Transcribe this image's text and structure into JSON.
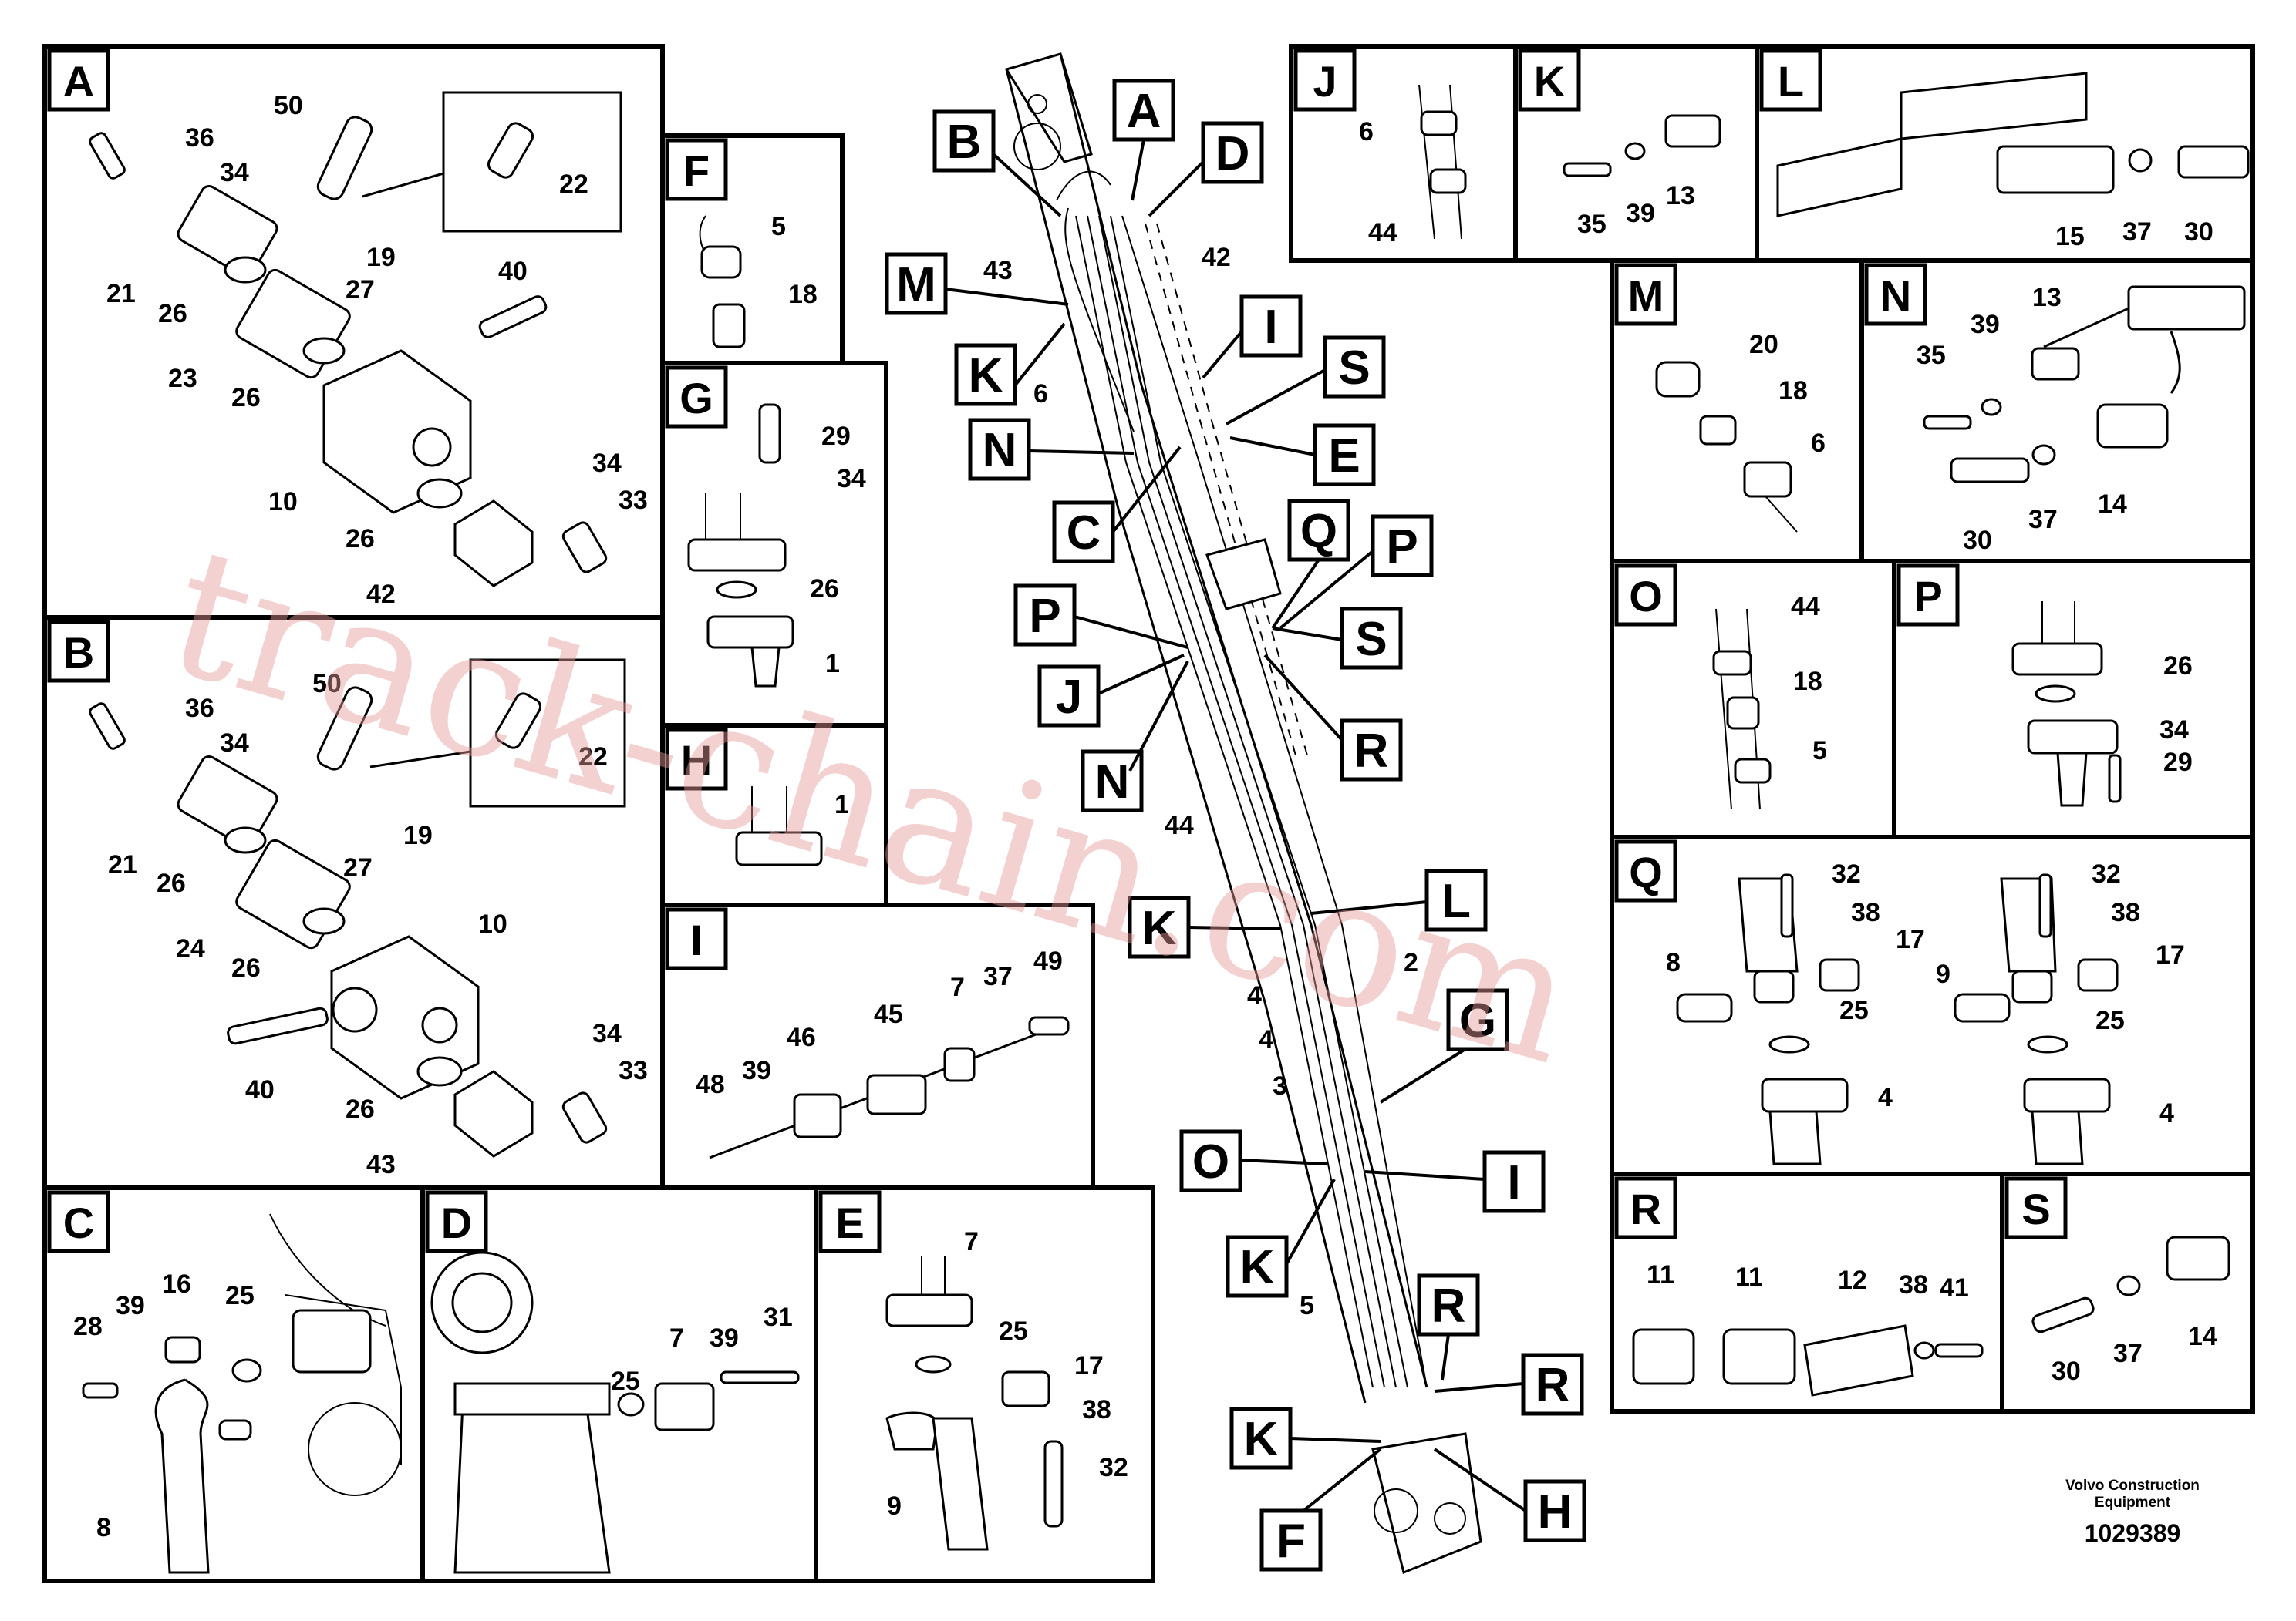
{
  "panels": [
    {
      "id": "A",
      "letter": "A",
      "numbers": [
        "36",
        "34",
        "50",
        "22",
        "19",
        "27",
        "21",
        "26",
        "23",
        "26",
        "40",
        "10",
        "26",
        "34",
        "33",
        "42"
      ]
    },
    {
      "id": "B",
      "letter": "B",
      "numbers": [
        "36",
        "34",
        "50",
        "22",
        "19",
        "27",
        "21",
        "26",
        "24",
        "26",
        "10",
        "40",
        "26",
        "34",
        "33",
        "43"
      ]
    },
    {
      "id": "C",
      "letter": "C",
      "numbers": [
        "16",
        "25",
        "28",
        "39",
        "8"
      ]
    },
    {
      "id": "D",
      "letter": "D",
      "numbers": [
        "7",
        "39",
        "31",
        "25"
      ]
    },
    {
      "id": "E",
      "letter": "E",
      "numbers": [
        "7",
        "25",
        "17",
        "38",
        "9",
        "32"
      ]
    },
    {
      "id": "F",
      "letter": "F",
      "numbers": [
        "5",
        "18"
      ]
    },
    {
      "id": "G",
      "letter": "G",
      "numbers": [
        "29",
        "34",
        "26",
        "1"
      ]
    },
    {
      "id": "H",
      "letter": "H",
      "numbers": [
        "1"
      ]
    },
    {
      "id": "I",
      "letter": "I",
      "numbers": [
        "49",
        "37",
        "7",
        "45",
        "46",
        "48",
        "39"
      ]
    },
    {
      "id": "J",
      "letter": "J",
      "numbers": [
        "6",
        "44"
      ]
    },
    {
      "id": "K",
      "letter": "K",
      "numbers": [
        "35",
        "39",
        "13"
      ]
    },
    {
      "id": "L",
      "letter": "L",
      "numbers": [
        "15",
        "37",
        "30"
      ]
    },
    {
      "id": "M",
      "letter": "M",
      "numbers": [
        "20",
        "18",
        "6"
      ]
    },
    {
      "id": "N",
      "letter": "N",
      "numbers": [
        "13",
        "39",
        "35",
        "30",
        "37",
        "14"
      ]
    },
    {
      "id": "O",
      "letter": "O",
      "numbers": [
        "44",
        "18",
        "5"
      ]
    },
    {
      "id": "P",
      "letter": "P",
      "numbers": [
        "26",
        "34",
        "29"
      ]
    },
    {
      "id": "Q",
      "letter": "Q",
      "numbers": [
        "32",
        "38",
        "17",
        "8",
        "25",
        "4",
        "32",
        "38",
        "17",
        "9",
        "25",
        "4"
      ]
    },
    {
      "id": "R",
      "letter": "R",
      "numbers": [
        "11",
        "11",
        "12",
        "38",
        "41"
      ]
    },
    {
      "id": "S",
      "letter": "S",
      "numbers": [
        "30",
        "37",
        "14"
      ]
    }
  ],
  "main_view": {
    "callouts": [
      "B",
      "A",
      "D",
      "M",
      "K",
      "I",
      "S",
      "N",
      "E",
      "C",
      "Q",
      "P",
      "P",
      "S",
      "J",
      "R",
      "N",
      "K",
      "L",
      "G",
      "O",
      "I",
      "K",
      "R",
      "R",
      "K",
      "F",
      "H"
    ],
    "numbers": [
      "43",
      "42",
      "6",
      "44",
      "2",
      "4",
      "4",
      "3",
      "5"
    ]
  },
  "footer": {
    "brand_line1": "Volvo Construction",
    "brand_line2": "Equipment",
    "doc_number": "1029389"
  },
  "watermark": "track-chain.com"
}
